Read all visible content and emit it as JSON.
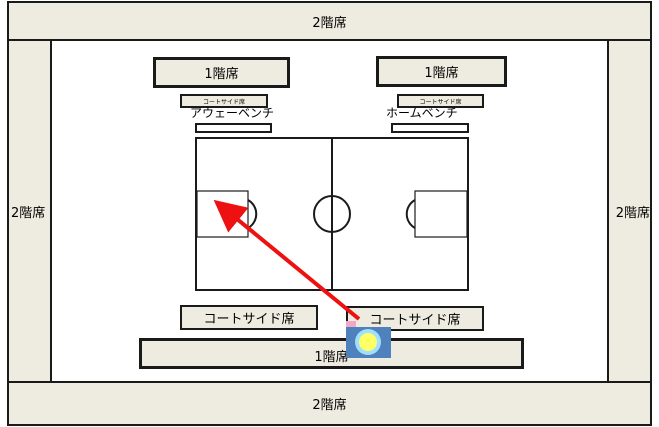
{
  "venue": {
    "second_floor_top": "2階席",
    "second_floor_bottom": "2階席",
    "second_floor_left": "2階席",
    "second_floor_right": "2階席",
    "first_floor_top_left": "1階席",
    "first_floor_top_right": "1階席",
    "first_floor_bottom": "1階席",
    "courtside_small_left": "コートサイド席",
    "courtside_small_right": "コートサイド席",
    "away_bench": "アウェーベンチ",
    "home_bench": "ホームベンチ",
    "courtside_bottom_left": "コートサイド席",
    "courtside_bottom_right": "コートサイド席"
  },
  "colors": {
    "seat_fill": "#eeece1",
    "outline": "#1a1a1a",
    "arrow": "#ee1111",
    "camera_body": "#4f81bd",
    "lens_outer": "#9fe0ff",
    "lens_inner": "#ffff66",
    "flash": "#f4a6c8"
  },
  "icons": {
    "camera": "camera-icon",
    "arrow": "view-direction-arrow"
  }
}
